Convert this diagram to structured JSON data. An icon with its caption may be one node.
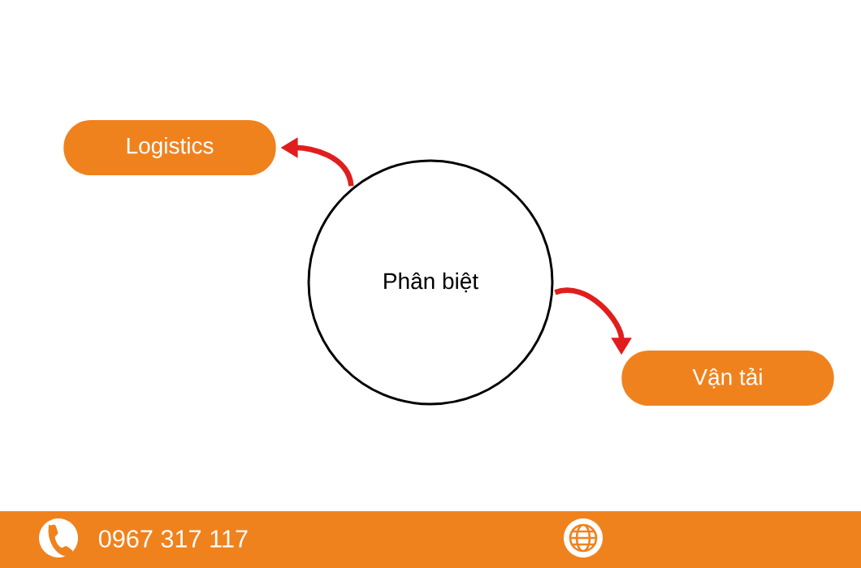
{
  "diagram": {
    "nodes": [
      {
        "text": [
          "Logistics"
        ]
      },
      {
        "text": [
          "Phân biệt"
        ]
      },
      {
        "text": [
          "Vận tải"
        ]
      }
    ],
    "edges": [
      {
        "from": 1,
        "to": 0,
        "arrow": "to"
      },
      {
        "from": 1,
        "to": 2,
        "arrow": "to"
      }
    ],
    "labels": [
      "0967 317 117"
    ]
  }
}
